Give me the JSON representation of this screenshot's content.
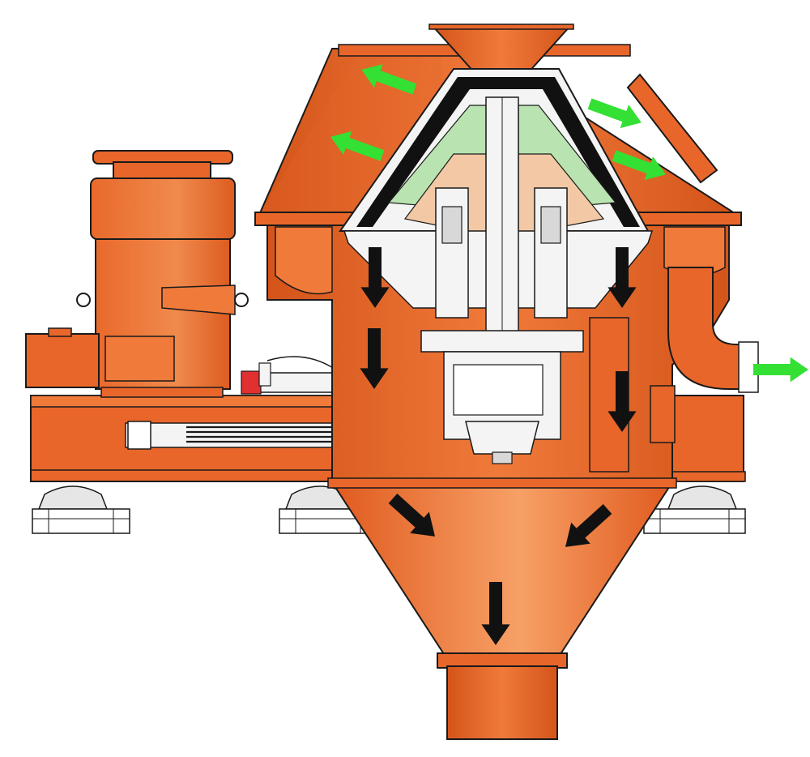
{
  "colors": {
    "body": "#e8662a",
    "body_dark": "#c94a12",
    "body_light": "#f2884f",
    "outline": "#1a1a1a",
    "inner_white": "#f4f4f4",
    "inner_grey": "#d8d8d8",
    "green_part": "#b9e3b0",
    "tan_part": "#f3c9a5",
    "flow_in_arrow": "#111111",
    "flow_out_arrow": "#33e033",
    "feet": "#e6e6e6"
  },
  "icons": {
    "down_arrow": "black-down-arrow-icon",
    "discharge_arrow": "green-arrow-icon"
  },
  "flow_arrows": {
    "black": [
      {
        "id": "left-upper-down"
      },
      {
        "id": "right-upper-down"
      },
      {
        "id": "left-mid-down"
      },
      {
        "id": "right-mid-down"
      },
      {
        "id": "cone-left-diag"
      },
      {
        "id": "cone-right-diag"
      },
      {
        "id": "cone-center-down"
      }
    ],
    "green": [
      {
        "id": "top-left-upper"
      },
      {
        "id": "top-left-lower"
      },
      {
        "id": "top-right-upper"
      },
      {
        "id": "top-right-lower"
      },
      {
        "id": "outlet-right"
      }
    ]
  }
}
